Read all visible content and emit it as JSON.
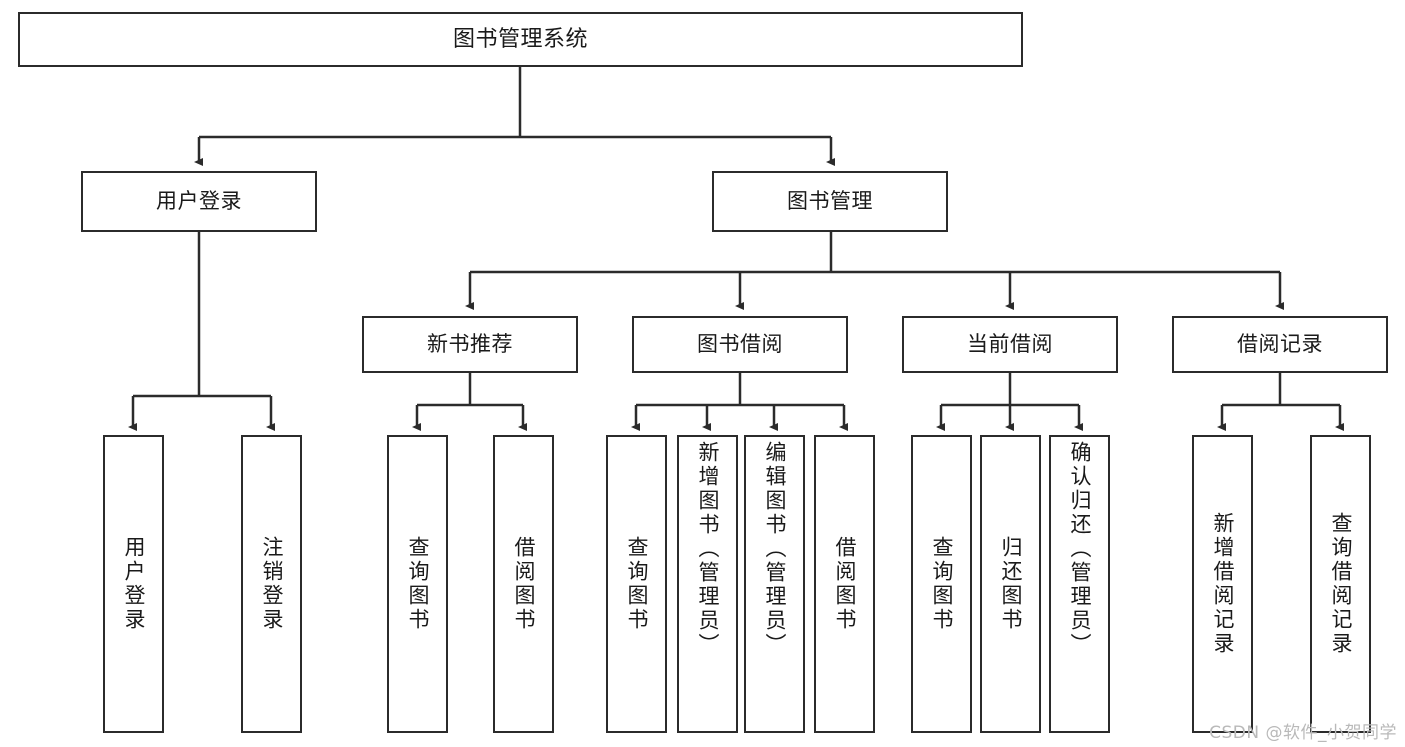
{
  "diagram": {
    "title": "图书管理系统",
    "type": "tree",
    "colors": {
      "border": "#2b2b2b",
      "background": "#ffffff",
      "text": "#1a1a1a",
      "watermark": "#b9b9b9"
    },
    "nodes": {
      "root": {
        "label": "图书管理系统"
      },
      "level2": [
        {
          "label": "用户登录"
        },
        {
          "label": "图书管理"
        }
      ],
      "level3": [
        {
          "label": "新书推荐"
        },
        {
          "label": "图书借阅"
        },
        {
          "label": "当前借阅"
        },
        {
          "label": "借阅记录"
        }
      ],
      "leaves": {
        "user_login": [
          {
            "label": "用户登录"
          },
          {
            "label": "注销登录"
          }
        ],
        "new_book_recommend": [
          {
            "label": "查询图书"
          },
          {
            "label": "借阅图书"
          }
        ],
        "book_borrow": [
          {
            "label": "查询图书"
          },
          {
            "label": "新增图书（管理员）"
          },
          {
            "label": "编辑图书（管理员）"
          },
          {
            "label": "借阅图书"
          }
        ],
        "current_borrow": [
          {
            "label": "查询图书"
          },
          {
            "label": "归还图书"
          },
          {
            "label": "确认归还（管理员）"
          }
        ],
        "borrow_record": [
          {
            "label": "新增借阅记录"
          },
          {
            "label": "查询借阅记录"
          }
        ]
      }
    },
    "watermark": "CSDN @软件_小贺同学"
  }
}
